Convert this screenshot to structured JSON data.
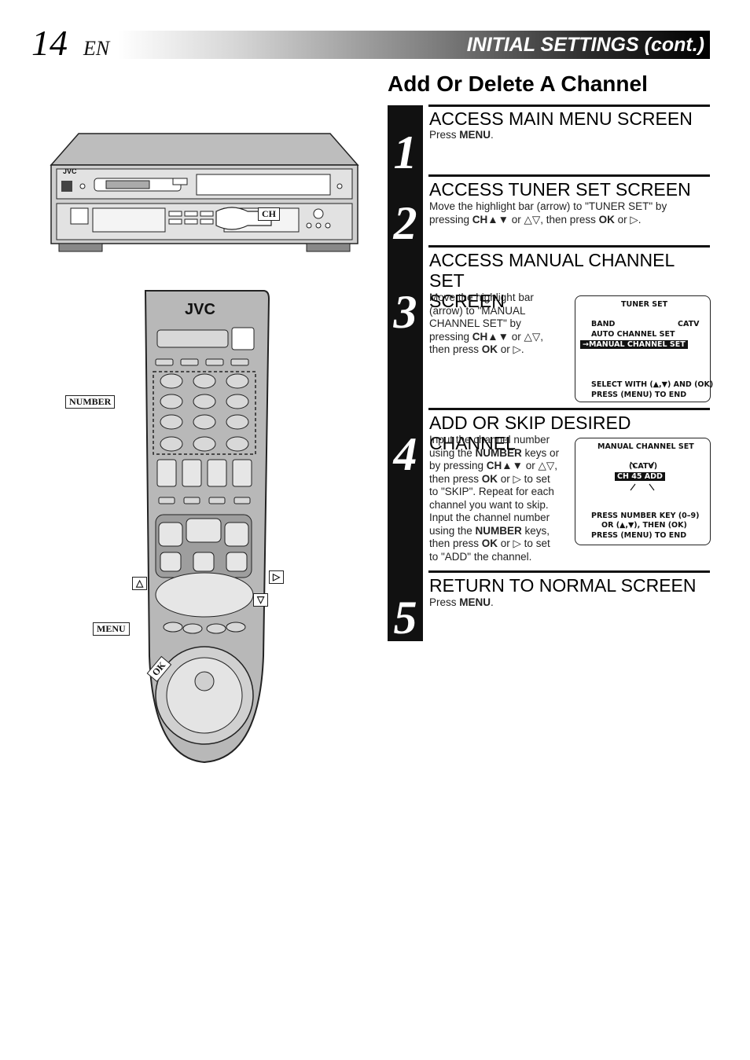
{
  "header": {
    "page_number": "14",
    "language": "EN",
    "title": "INITIAL SETTINGS (cont.)"
  },
  "section_title": "Add Or Delete A Channel",
  "steps": [
    {
      "number": "1",
      "heading": "ACCESS MAIN MENU SCREEN",
      "text_prefix": "Press ",
      "text_bold": "MENU",
      "text_suffix": "."
    },
    {
      "number": "2",
      "heading": "ACCESS TUNER SET SCREEN",
      "line1": "Move the highlight bar (arrow) to \"TUNER SET\" by",
      "line2_a": "pressing ",
      "line2_b": "CH▲▼",
      "line2_c": " or △▽, then press ",
      "line2_d": "OK",
      "line2_e": " or ▷."
    },
    {
      "number": "3",
      "heading_l1": "ACCESS MANUAL CHANNEL SET",
      "heading_l2": "SCREEN",
      "l1": "Move the highlight bar",
      "l2": "(arrow) to \"MANUAL",
      "l3": "CHANNEL SET\" by",
      "l4_a": "pressing ",
      "l4_b": "CH▲▼",
      "l4_c": " or △▽,",
      "l5_a": "then press ",
      "l5_b": "OK",
      "l5_c": " or ▷."
    },
    {
      "number": "4",
      "heading": "ADD OR SKIP DESIRED CHANNEL",
      "l1": "Input the channel number",
      "l2_a": "using the ",
      "l2_b": "NUMBER",
      "l2_c": " keys or",
      "l3_a": "by pressing ",
      "l3_b": "CH▲▼",
      "l3_c": " or △▽,",
      "l4_a": "then press ",
      "l4_b": "OK",
      "l4_c": " or ▷ to set",
      "l5": "to \"SKIP\". Repeat for each",
      "l6": "channel you want to skip.",
      "l7": "Input the channel number",
      "l8_a": "using the ",
      "l8_b": "NUMBER",
      "l8_c": " keys,",
      "l9_a": "then press ",
      "l9_b": "OK",
      "l9_c": " or ▷ to set",
      "l10": "to \"ADD\" the channel."
    },
    {
      "number": "5",
      "heading": "RETURN TO NORMAL SCREEN",
      "text_prefix": "Press ",
      "text_bold": "MENU",
      "text_suffix": "."
    }
  ],
  "osd_tuner": {
    "title": "TUNER SET",
    "band_label": "BAND",
    "band_value": "CATV",
    "item1": "AUTO CHANNEL SET",
    "item2": "MANUAL CHANNEL SET",
    "arrow": "→",
    "foot1": "SELECT WITH (▲,▼) AND (OK)",
    "foot2": "PRESS (MENU) TO END"
  },
  "osd_manual": {
    "title": "MANUAL CHANNEL SET",
    "band": "(CATV)",
    "channel_row": "CH    45  ADD",
    "foot1": "PRESS NUMBER KEY (0–9)",
    "foot2": "OR (▲,▼), THEN (OK)",
    "foot3": "PRESS (MENU) TO END"
  },
  "vcr": {
    "brand": "JVC",
    "callout_ch": "CH"
  },
  "remote": {
    "brand": "JVC",
    "callout_number": "NUMBER",
    "callout_menu": "MENU",
    "callout_ok": "OK",
    "callout_up": "△",
    "callout_down": "▽",
    "callout_right": "▷"
  },
  "colors": {
    "band": "#111111",
    "text": "#222222"
  }
}
